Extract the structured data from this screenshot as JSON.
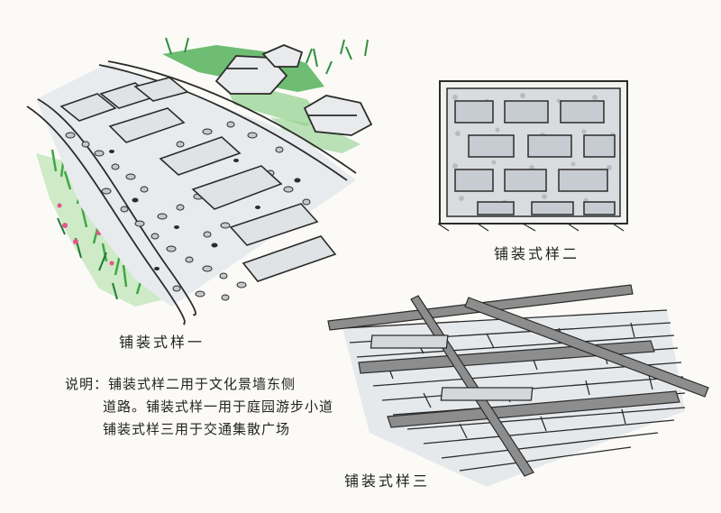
{
  "sketches": {
    "sample1": {
      "caption": "铺装式样一"
    },
    "sample2": {
      "caption": "铺装式样二"
    },
    "sample3": {
      "caption": "铺装式样三"
    }
  },
  "note": {
    "lines": [
      "说明：铺装式样二用于文化景墙东侧",
      "道路。铺装式样一用于庭园游步小道",
      "铺装式样三用于交通集散广场"
    ]
  },
  "colors": {
    "paper": "#fbfaf7",
    "ink": "#2b2b2b",
    "grass": "#3fa845",
    "grass_light": "#8fd08a",
    "stone": "#b9bfc3",
    "slab": "#dde1e4",
    "flower": "#e4568c",
    "wood": "#8d8d8d"
  }
}
